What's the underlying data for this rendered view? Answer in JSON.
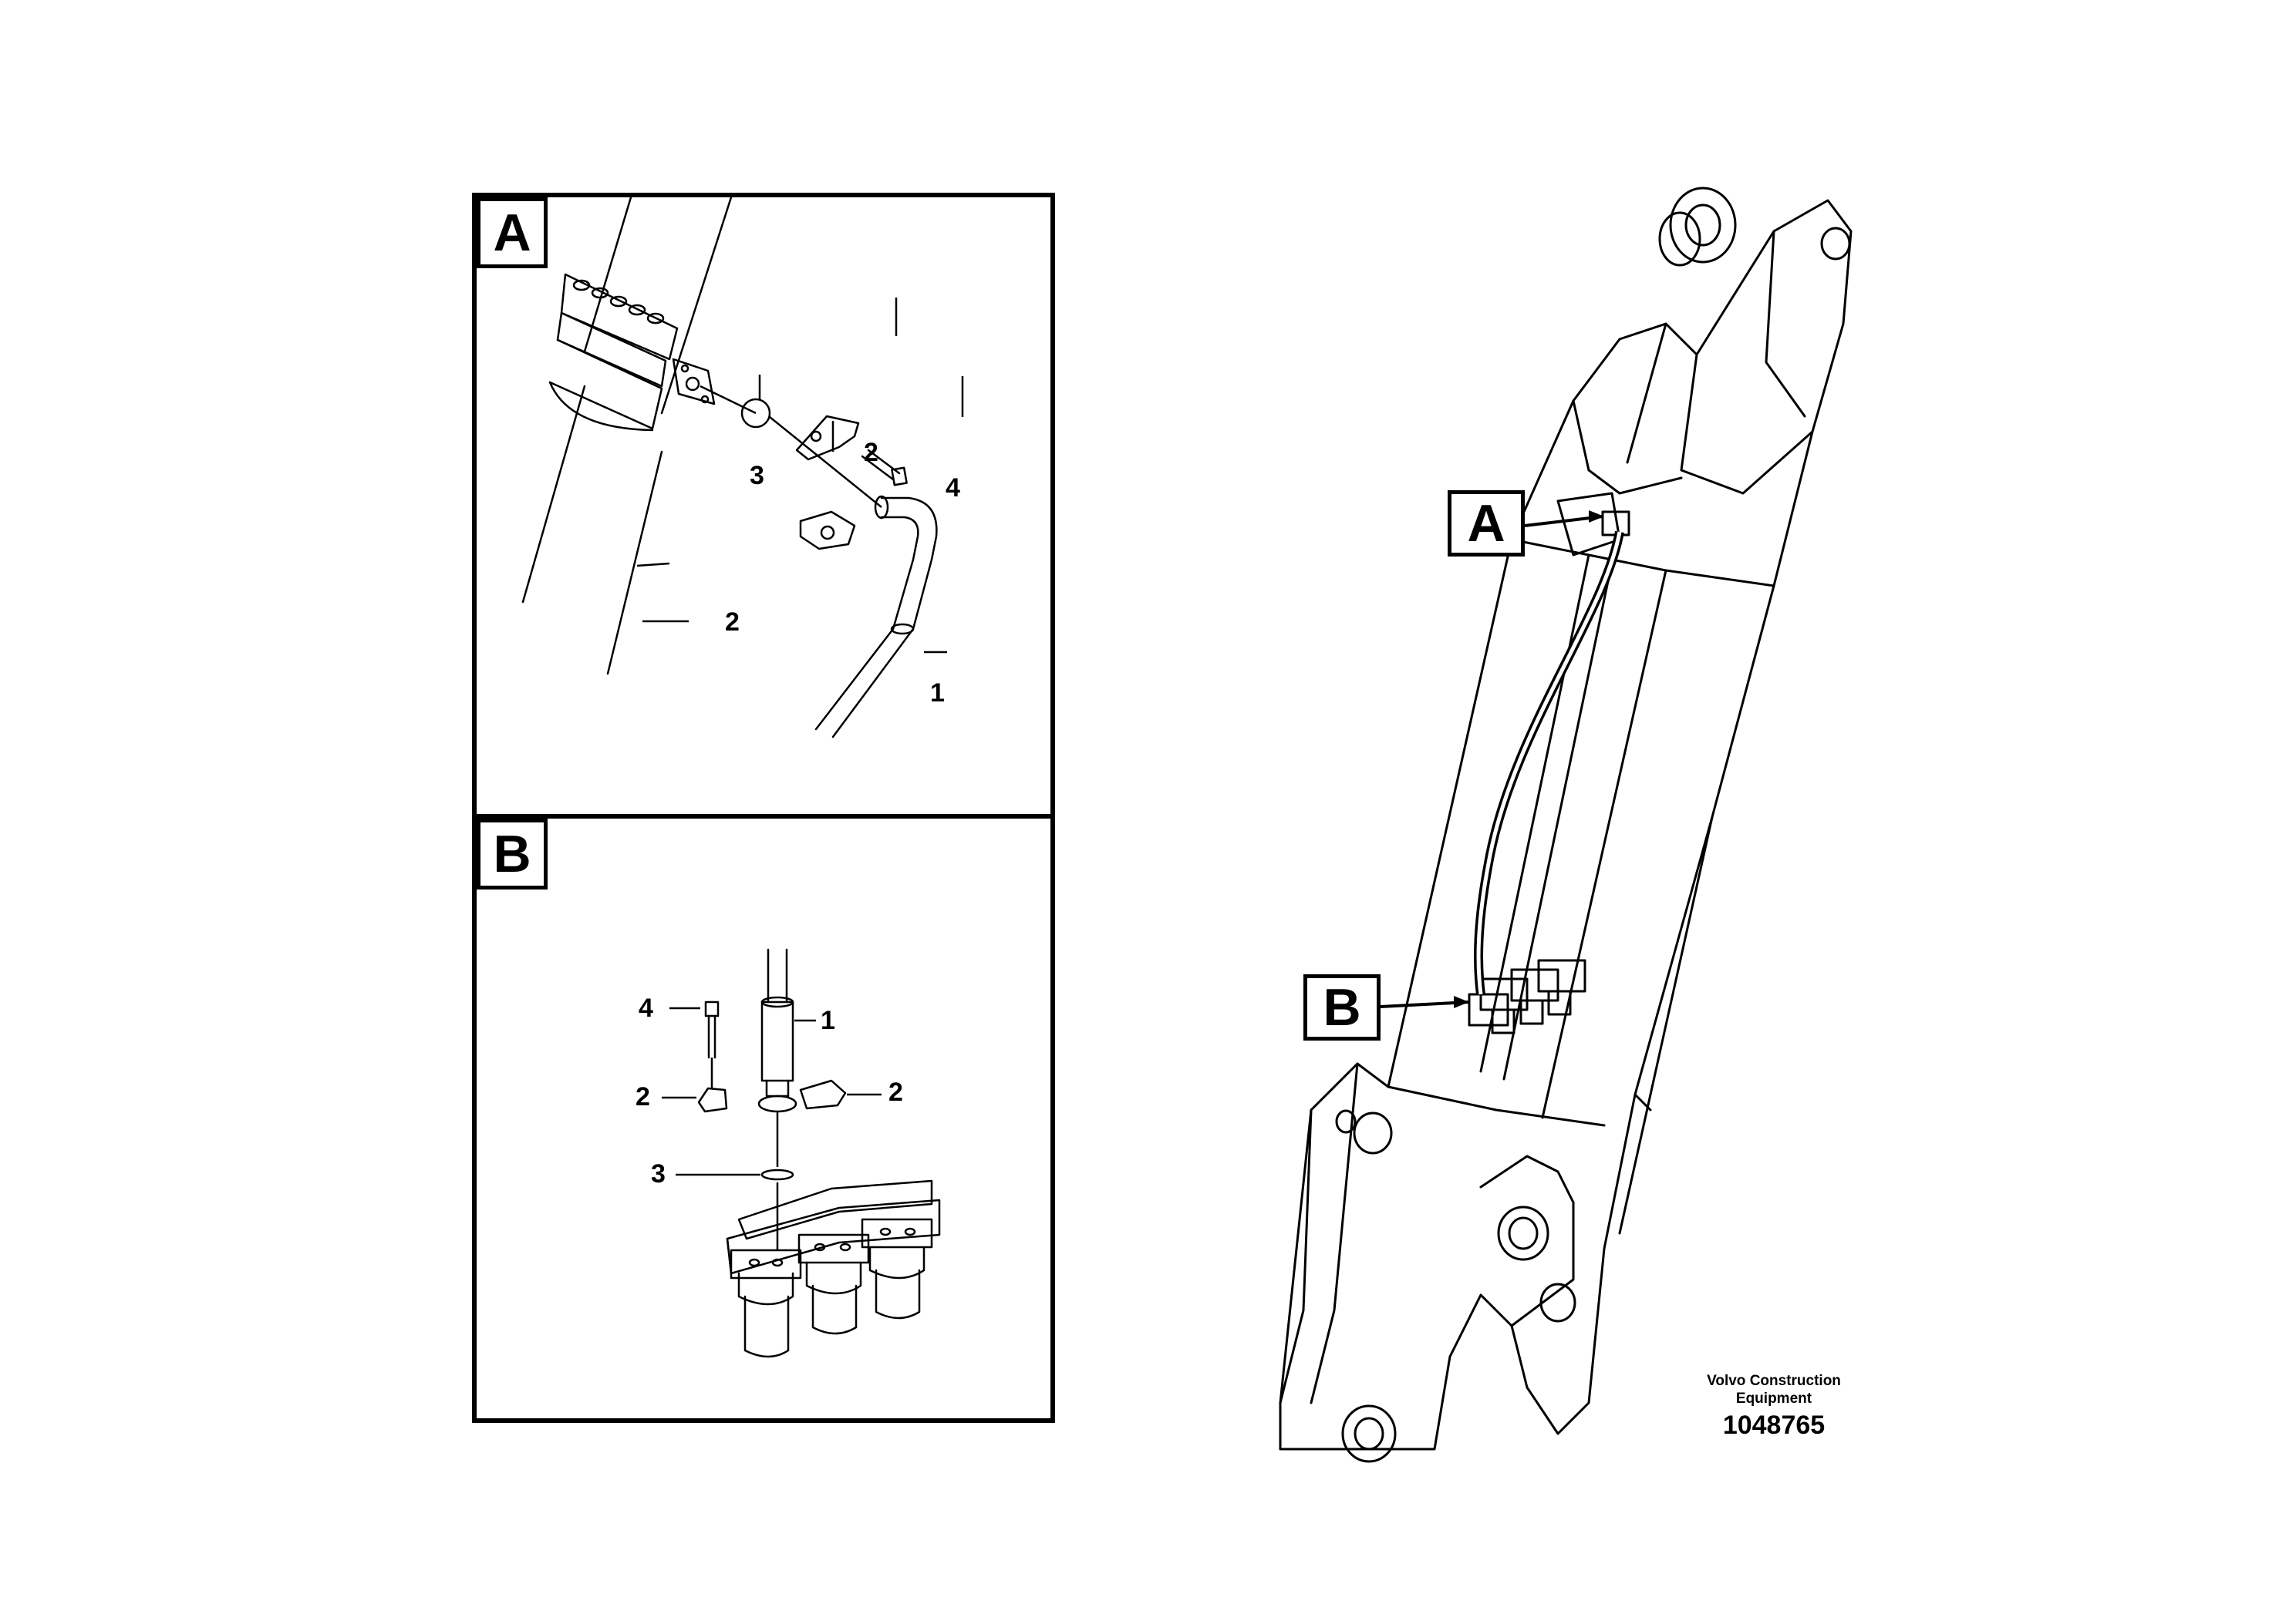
{
  "detail_a": {
    "tag": "A",
    "callouts": {
      "hose": "1",
      "clamp_upper": "2",
      "clamp_lower": "2",
      "o_ring": "3",
      "screw": "4"
    }
  },
  "detail_b": {
    "tag": "B",
    "callouts": {
      "hose": "1",
      "clamp_left": "2",
      "clamp_right": "2",
      "o_ring": "3",
      "screw": "4"
    }
  },
  "boom_callouts": {
    "a": "A",
    "b": "B"
  },
  "brand": {
    "line1": "Volvo Construction",
    "line2": "Equipment"
  },
  "part_number": "1048765",
  "colors": {
    "line": "#000000",
    "background": "#ffffff"
  }
}
